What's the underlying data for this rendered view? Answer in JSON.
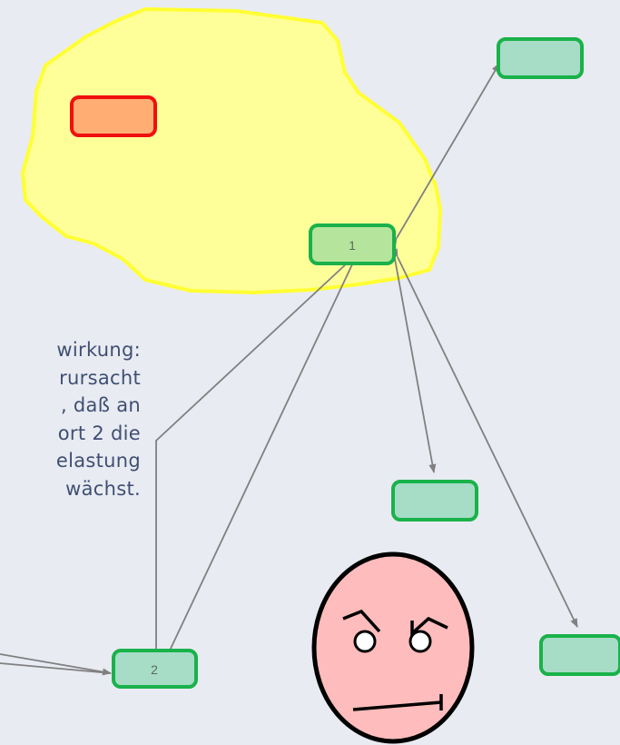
{
  "caption": {
    "lines": [
      "wirkung:",
      "rursacht",
      ", daß an",
      "ort 2 die",
      "elastung",
      "wächst."
    ]
  },
  "nodes": {
    "node_1_label": "1",
    "node_2_label": "2"
  },
  "colors": {
    "background": "#e9ebf2",
    "region_fill": "#ffff99",
    "region_stroke": "#ffff33",
    "node_fill": "#a7dcc7",
    "node_fill_highlight": "#b5e59c",
    "node_stroke": "#19b24a",
    "alert_fill": "#ffad73",
    "alert_stroke": "#f01010",
    "arrow": "#808080",
    "face_fill": "#ffbcbc",
    "text": "#3f4f73"
  },
  "icons": {
    "face": "angry-face-icon"
  }
}
